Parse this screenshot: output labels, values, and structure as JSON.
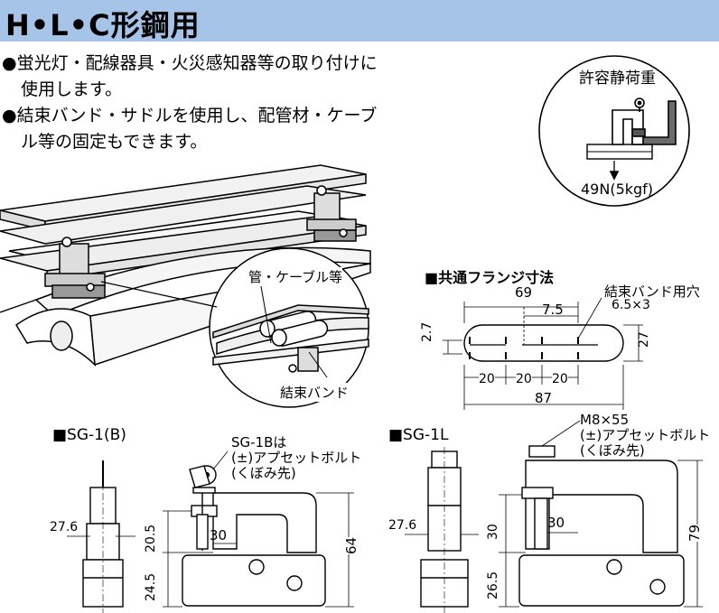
{
  "header": {
    "title": "H•L•C形鋼用"
  },
  "bullets": [
    {
      "mark": "●",
      "lines": [
        "蛍光灯・配線器具・火災感知器等の取り付けに",
        "使用します。"
      ]
    },
    {
      "mark": "●",
      "lines": [
        "結束バンド・サドルを使用し、配管材・ケーブ",
        "ル等の固定もできます。"
      ]
    }
  ],
  "load": {
    "title": "許容静荷重",
    "value": "49N(5kgf)"
  },
  "usage": {
    "pipe_label": "管・ケーブル等",
    "band_label": "結束バンド"
  },
  "flange": {
    "title": "■共通フランジ寸法",
    "hole_label": "結束バンド用穴",
    "hole_size": "6.5×3",
    "dim_width": "69",
    "dim_pitch": "7.5",
    "dim_height": "2.7",
    "dim_side": "27",
    "dim_spacing": [
      "20",
      "20",
      "20"
    ],
    "dim_total": "87"
  },
  "sg1b": {
    "title": "■SG-1(B)",
    "note": [
      "SG-1Bは",
      "(±)アプセットボルト",
      "(くぼみ先)"
    ],
    "dim_left": "27.6",
    "dim_inner": "30",
    "dim_a": "20.5",
    "dim_b": "24.5",
    "dim_height": "64"
  },
  "sg1l": {
    "title": "■SG-1L",
    "note": [
      "M8×55",
      "(±)アプセットボルト",
      "(くぼみ先)"
    ],
    "dim_left": "27.6",
    "dim_inner": "30",
    "dim_a": "30",
    "dim_b": "26.5",
    "dim_height": "79"
  }
}
